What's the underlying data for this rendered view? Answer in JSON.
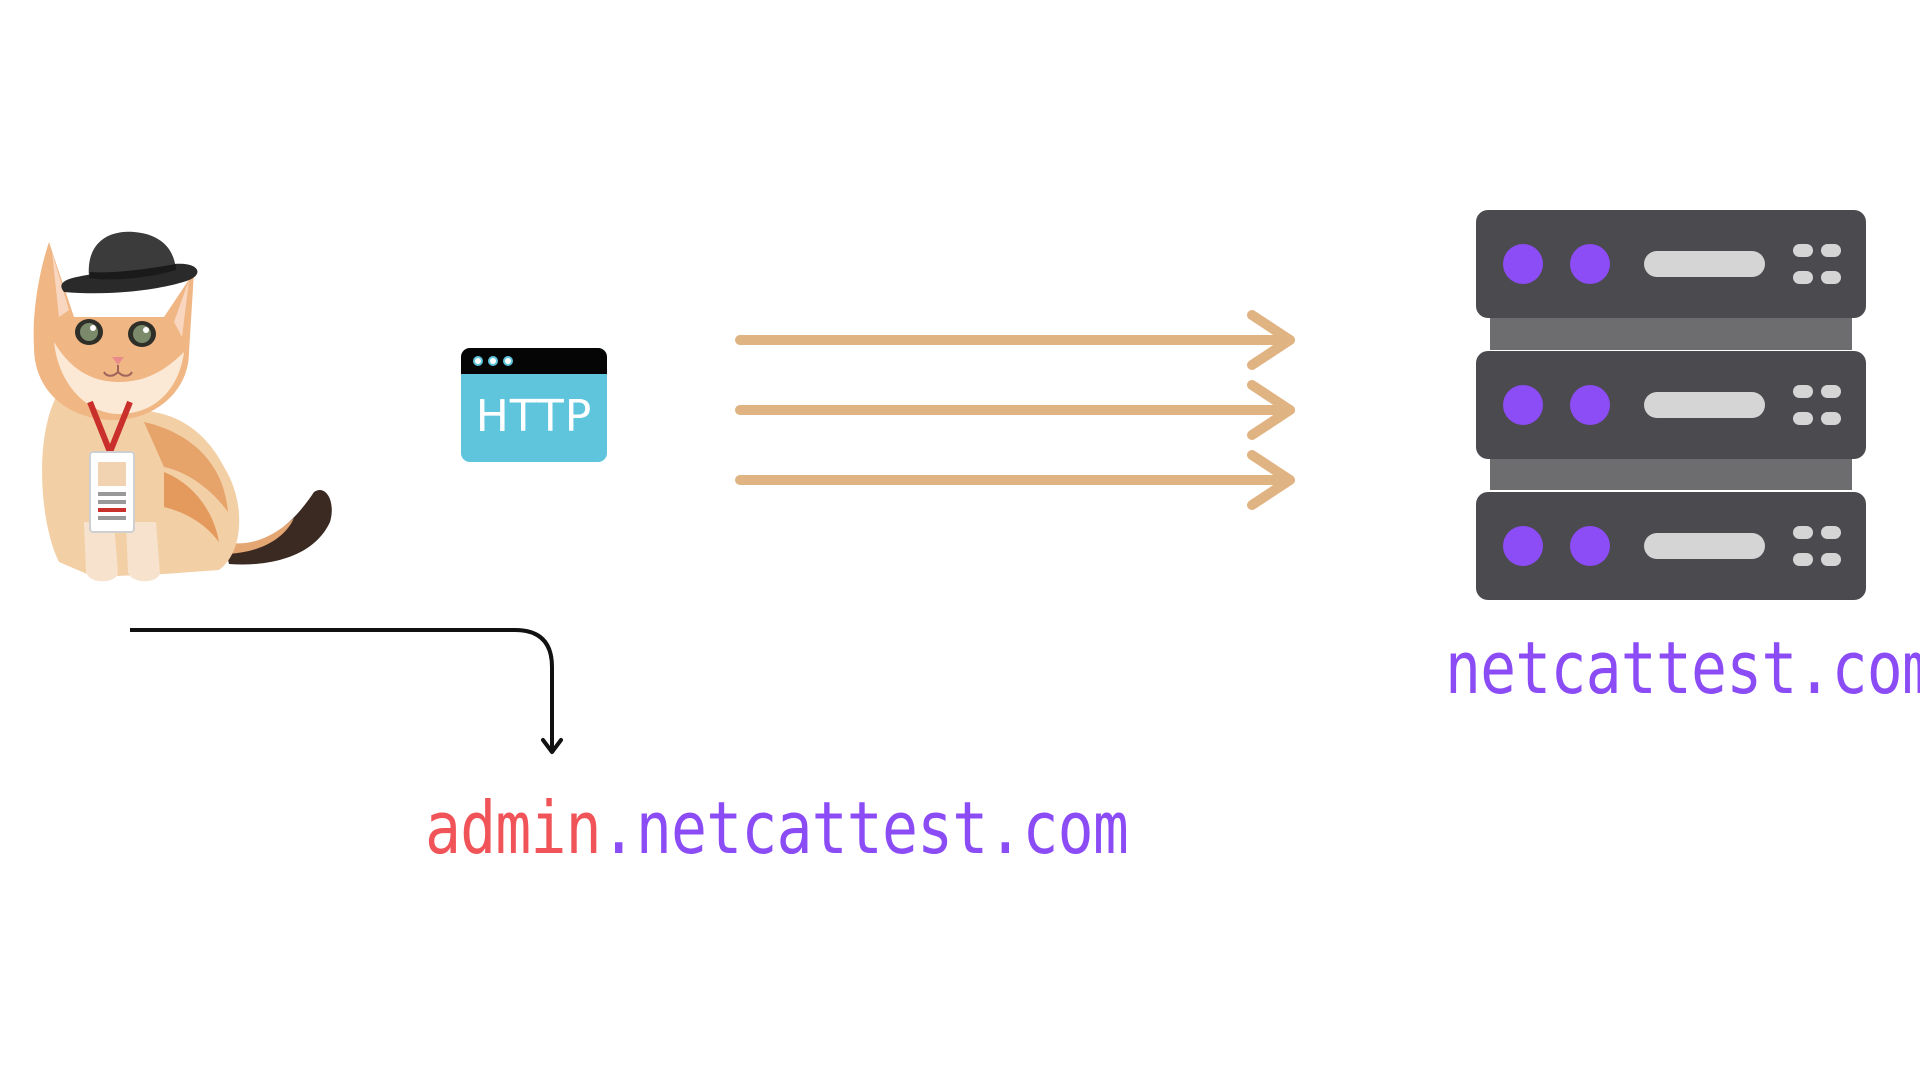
{
  "http_badge": {
    "label": "HTTP",
    "icon": "browser-window-icon",
    "color": "#5ec5dc"
  },
  "attacker": {
    "icon": "hacker-cat-with-fedora-and-badge-icon"
  },
  "server": {
    "icon": "server-rack-icon",
    "domain": "netcattest.com",
    "domain_color": "#8b4cf6"
  },
  "subdomain": {
    "prefix": "admin",
    "prefix_color": "#f05458",
    "rest": ".netcattest.com",
    "rest_color": "#8b4cf6"
  },
  "request_arrows": {
    "count": 3,
    "color": "#e0b383"
  }
}
